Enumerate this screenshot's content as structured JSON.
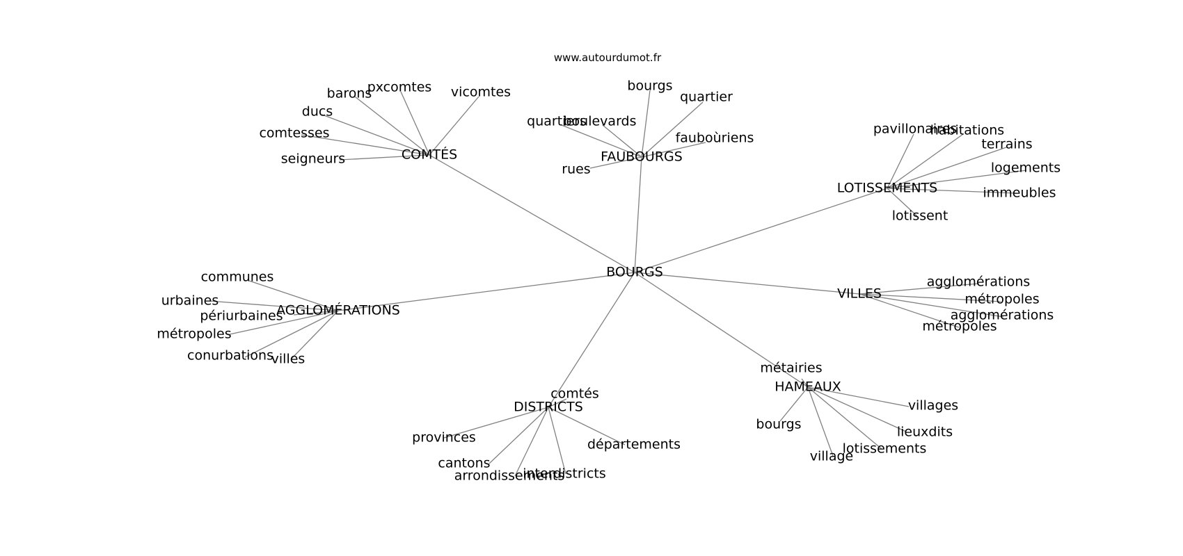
{
  "site_label": "www.autourdumot.fr",
  "graph": {
    "center": "BOURGS",
    "clusters": [
      {
        "id": "comtes",
        "label": "COMTÉS",
        "leaves": [
          "barons",
          "pxcomtes",
          "vicomtes",
          "ducs",
          "comtesses",
          "seigneurs"
        ]
      },
      {
        "id": "faubourgs",
        "label": "FAUBOURGS",
        "leaves": [
          "bourgs",
          "quartier",
          "quartiers",
          "boulevards",
          "fauboùriens",
          "rues"
        ]
      },
      {
        "id": "lotissements",
        "label": "LOTISSEMENTS",
        "leaves": [
          "pavillonaires",
          "habitations",
          "terrains",
          "logements",
          "immeubles",
          "lotissent"
        ]
      },
      {
        "id": "villes",
        "label": "VILLES",
        "leaves": [
          "agglomérations",
          "métropoles",
          "agglomérations",
          "métropoles"
        ]
      },
      {
        "id": "agglomerations",
        "label": "AGGLOMÉRATIONS",
        "leaves": [
          "communes",
          "urbaines",
          "périurbaines",
          "métropoles",
          "conurbations",
          "villes"
        ]
      },
      {
        "id": "districts",
        "label": "DISTRICTS",
        "leaves": [
          "comtés",
          "provinces",
          "départements",
          "cantons",
          "arrondissements",
          "interdistricts"
        ]
      },
      {
        "id": "hameaux",
        "label": "HAMEAUX",
        "leaves": [
          "métairies",
          "villages",
          "bourgs",
          "lieuxdits",
          "lotissements",
          "village"
        ]
      }
    ]
  }
}
